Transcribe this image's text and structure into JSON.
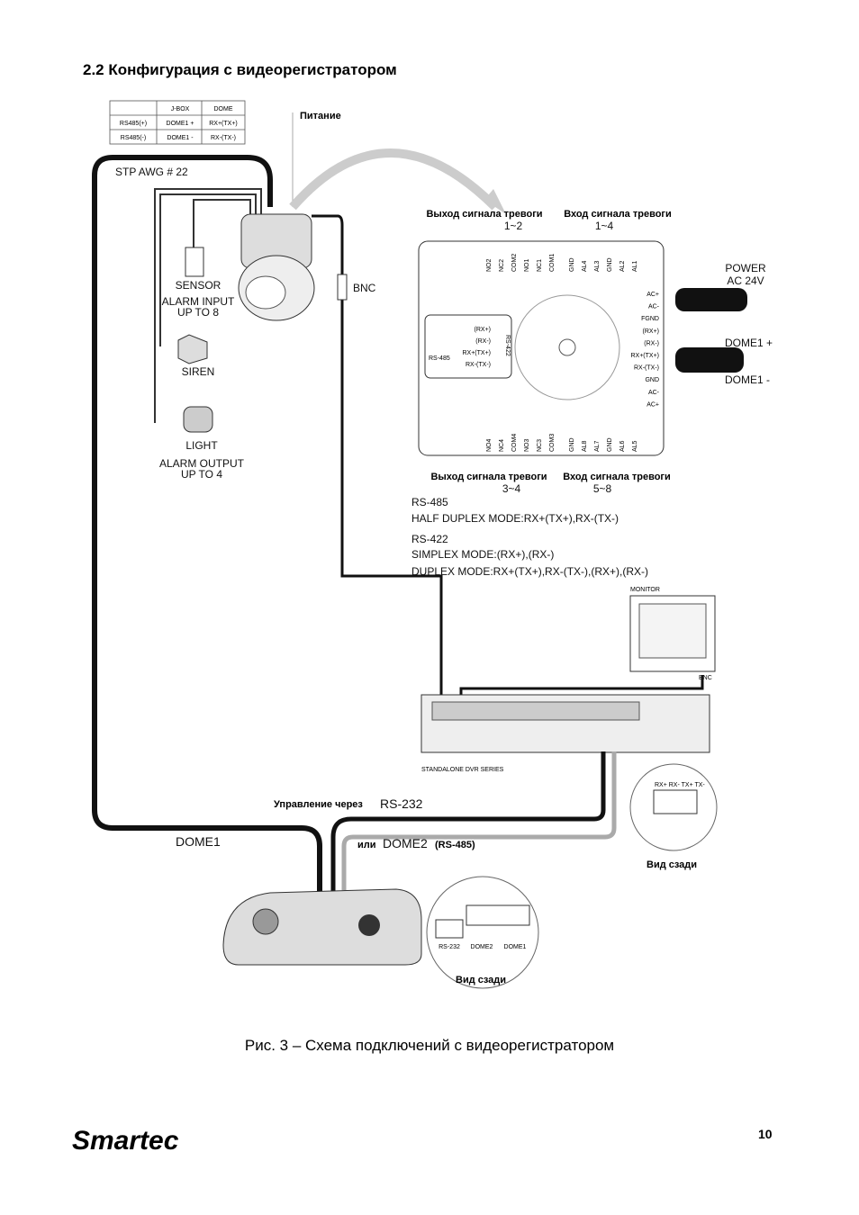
{
  "heading": "2.2  Конфигурация с видеорегистратором",
  "table": {
    "headers": [
      "",
      "J-BOX",
      "DOME"
    ],
    "rows": [
      [
        "RS485(+)",
        "DOME1 +",
        "RX+(TX+)"
      ],
      [
        "RS485(-)",
        "DOME1 -",
        "RX-(TX-)"
      ]
    ]
  },
  "labels": {
    "power": "Питание",
    "stp": "STP AWG # 22",
    "bnc": "BNC",
    "sensor": "SENSOR",
    "alarm_input_1": "ALARM INPUT",
    "alarm_input_2": "UP TO 8",
    "siren": "SIREN",
    "light": "LIGHT",
    "alarm_output_1": "ALARM OUTPUT",
    "alarm_output_2": "UP TO 4",
    "alarm_out_12": "Выход сигнала тревоги",
    "alarm_out_12_range": "1~2",
    "alarm_in_14": "Вход сигнала тревоги",
    "alarm_in_14_range": "1~4",
    "alarm_out_34": "Выход сигнала тревоги",
    "alarm_out_34_range": "3~4",
    "alarm_in_58": "Вход сигнала тревоги",
    "alarm_in_58_range": "5~8",
    "power_ac_1": "POWER",
    "power_ac_2": "AC 24V",
    "dome1_plus": "DOME1 +",
    "dome1_minus": "DOME1 -",
    "rs485_title": "RS-485",
    "rs485_half": "HALF DUPLEX MODE:RX+(TX+),RX-(TX-)",
    "rs422_title": "RS-422",
    "rs422_simplex": "SIMPLEX MODE:(RX+),(RX-)",
    "rs422_duplex": "DUPLEX MODE:RX+(TX+),RX-(TX-),(RX+),(RX-)",
    "monitor": "MONITOR",
    "monitor_bnc": "BNC",
    "dvr": "STANDALONE DVR SERIES",
    "rs232_prefix": "Управление через",
    "rs232": "RS-232",
    "dome1": "DOME1",
    "dome2_prefix": "или",
    "dome2": "DOME2",
    "dome2_suffix": "(RS-485)",
    "rear_view_1": "Вид сзади",
    "rear_view_2": "Вид сзади",
    "rear_rs232": "RS-232",
    "rear_dome2": "DOME2",
    "rear_dome1": "DOME1",
    "dvr_terminals": "RX+ RX-  TX+ TX-"
  },
  "jbox": {
    "top_terminals": [
      "NO2",
      "NC2",
      "COM2",
      "NO1",
      "NC1",
      "COM1",
      "GND",
      "AL4",
      "AL3",
      "GND",
      "AL2",
      "AL1"
    ],
    "bottom_terminals": [
      "NO4",
      "NC4",
      "COM4",
      "NO3",
      "NC3",
      "COM3",
      "GND",
      "AL8",
      "AL7",
      "GND",
      "AL6",
      "AL5"
    ],
    "right_terminals": [
      "AC+",
      "AC-",
      "FGND",
      "(RX+)",
      "(RX-)",
      "RX+(TX+)",
      "RX-(TX-)",
      "GND",
      "AC-",
      "AC+"
    ],
    "left_terminals": [
      "(RX+)",
      "(RX-)",
      "RX+(TX+)",
      "RX-(TX-)"
    ],
    "left_rs485": "RS-485",
    "left_rs422": "RS-422"
  },
  "caption": "Рис. 3 – Схема подключений с видеорегистратором",
  "page_number": "10",
  "logo_text": "Smartec"
}
